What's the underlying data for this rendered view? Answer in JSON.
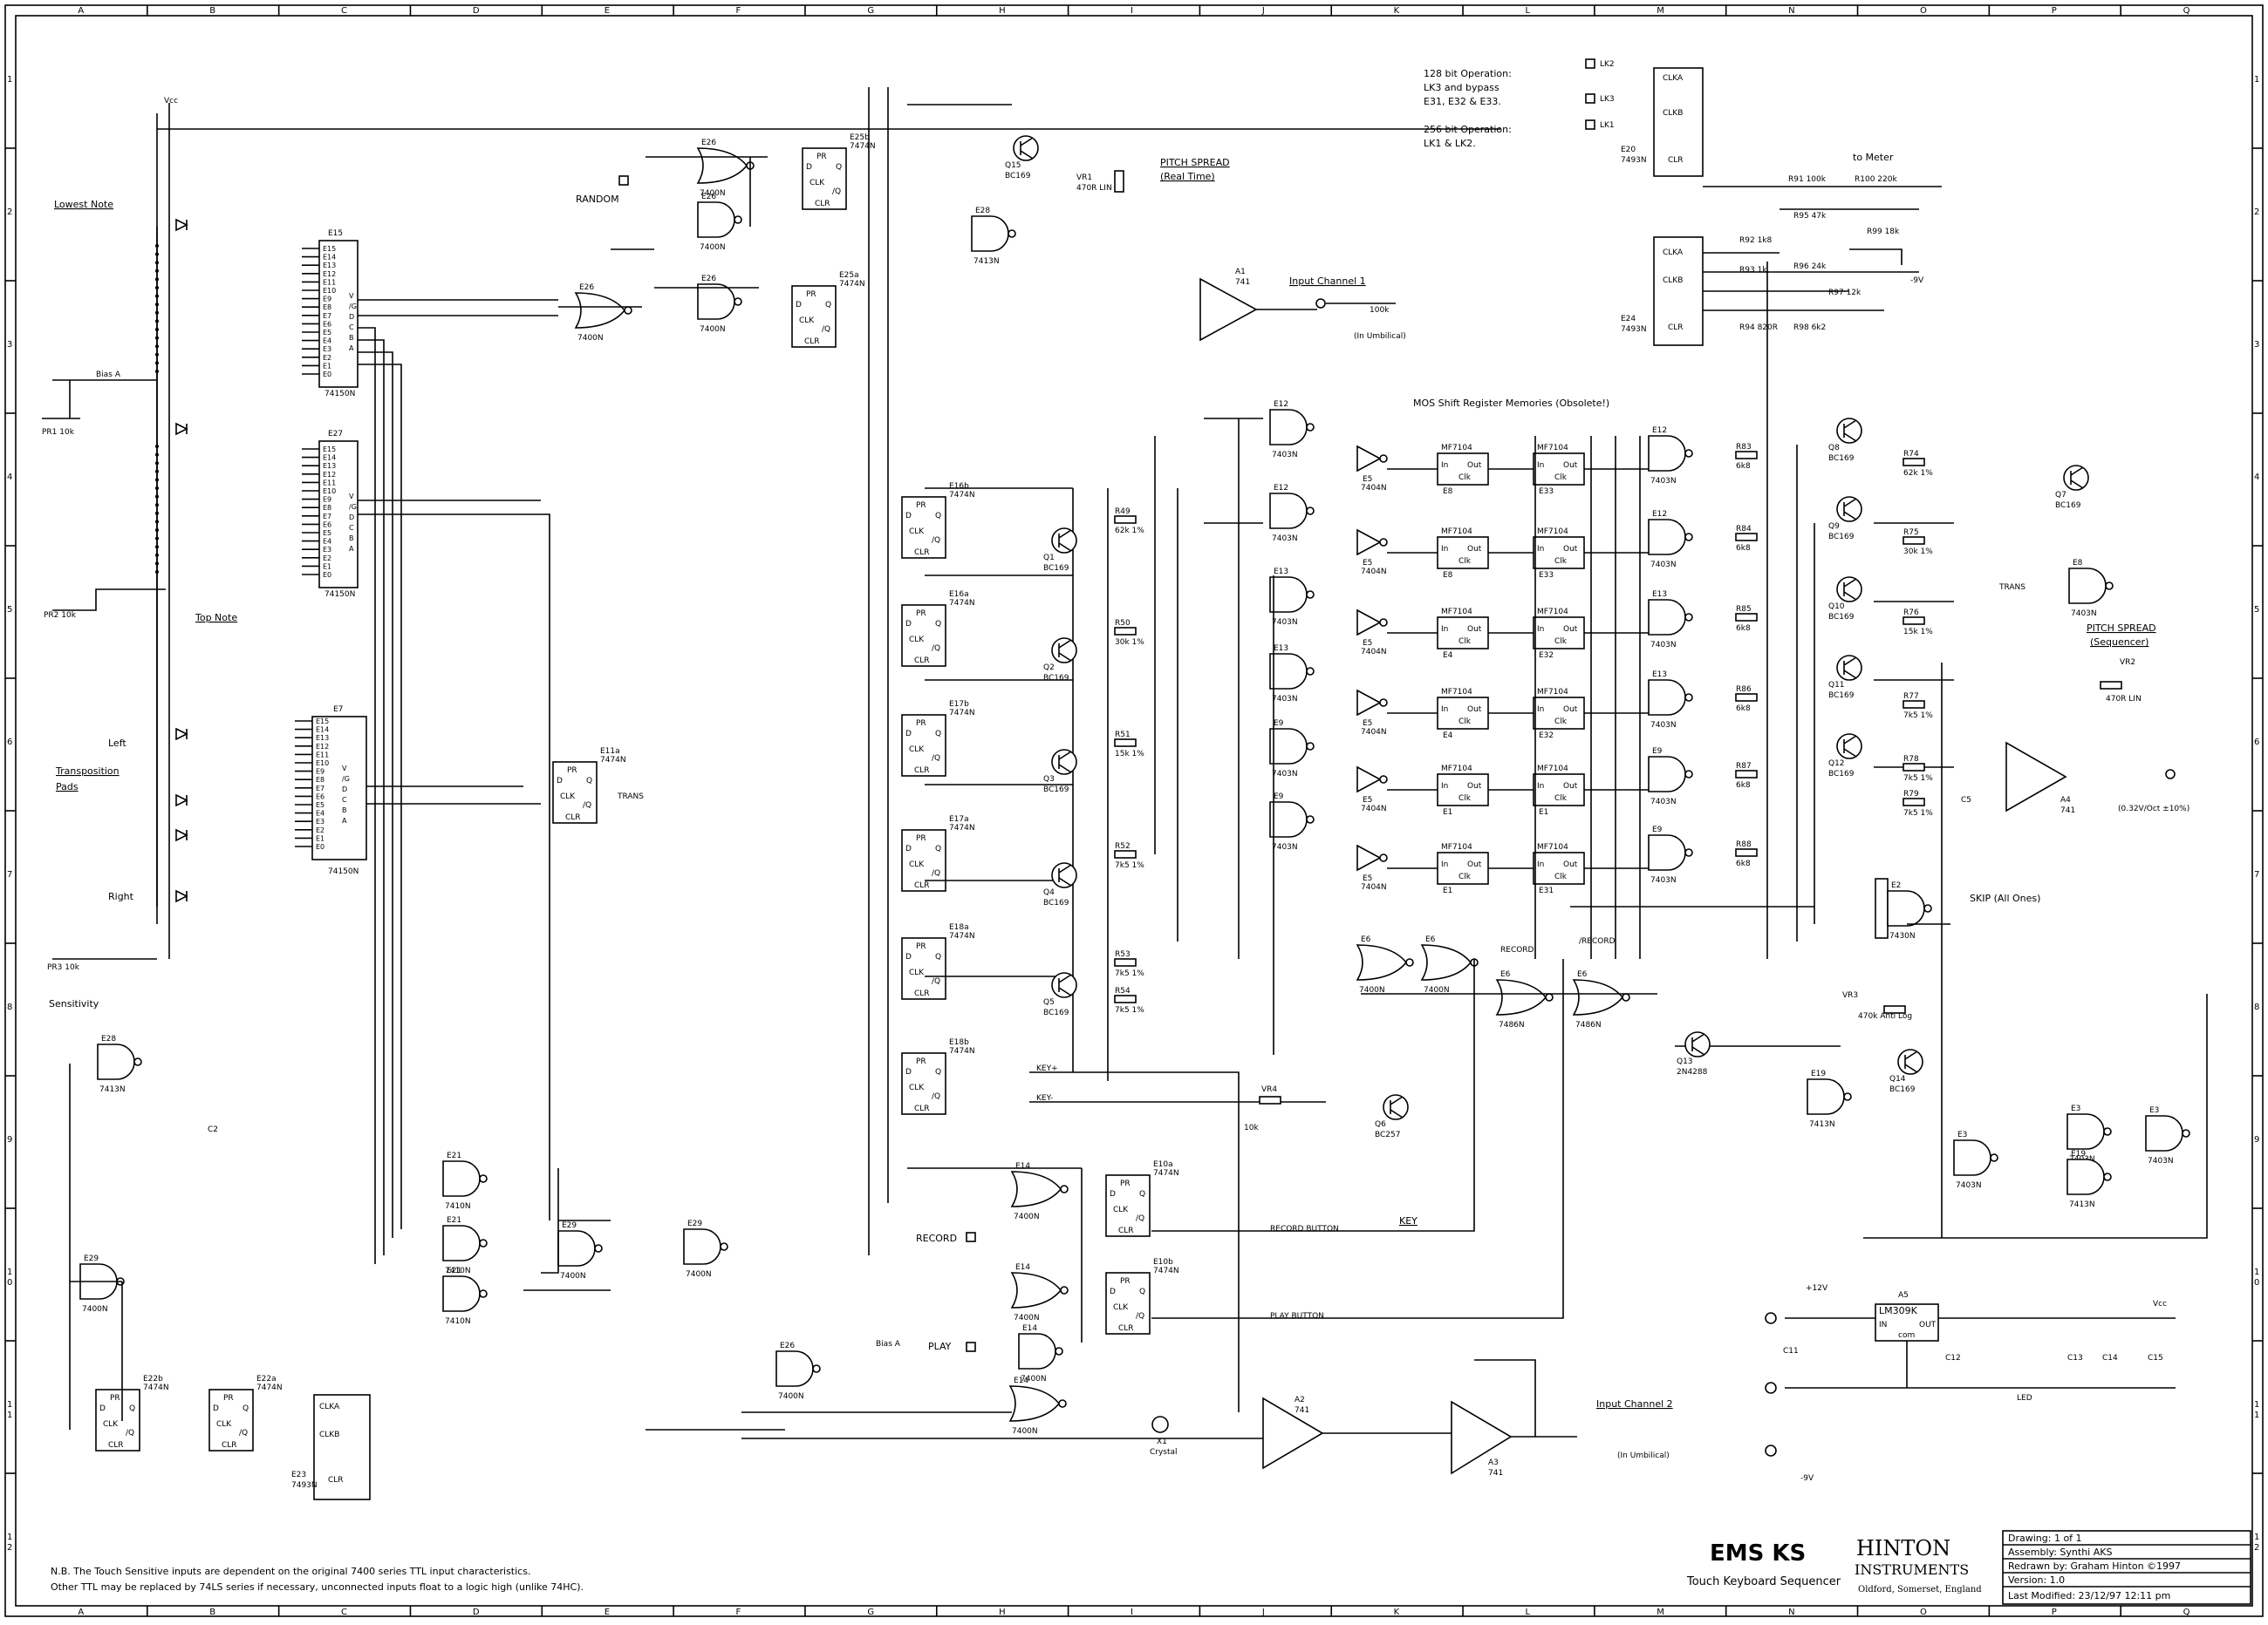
{
  "border": {
    "cols": [
      "A",
      "B",
      "C",
      "D",
      "E",
      "F",
      "G",
      "H",
      "I",
      "J",
      "K",
      "L",
      "M",
      "N",
      "O",
      "P",
      "Q"
    ],
    "rows": [
      "1",
      "2",
      "3",
      "4",
      "5",
      "6",
      "7",
      "8",
      "9",
      "1\n0",
      "1\n1",
      "1\n2"
    ]
  },
  "notes": {
    "op128_title": "128 bit Operation:",
    "op128_l1": "LK3 and bypass",
    "op128_l2": "E31, E32 & E33.",
    "op256_title": "256 bit Operation:",
    "op256_l1": "LK1 & LK2.",
    "footnote1": "N.B. The Touch Sensitive inputs are dependent on the original 7400 series TTL input characteristics.",
    "footnote2": "Other TTL may be replaced by 74LS series if necessary, unconnected inputs float to a logic high (unlike 74HC)."
  },
  "labels": {
    "lowest_note": "Lowest Note",
    "top_note": "Top Note",
    "left": "Left",
    "right": "Right",
    "transposition": "Transposition",
    "pads": "Pads",
    "sensitivity": "Sensitivity",
    "random": "RANDOM",
    "record": "RECORD",
    "play": "PLAY",
    "key": "KEY",
    "pitch_spread_rt": "PITCH SPREAD",
    "real_time": "(Real Time)",
    "input1": "Input Channel 1",
    "input2": "Input Channel 2",
    "in_umbilical": "(In Umbilical)",
    "mos_title": "MOS Shift Register Memories (Obsolete!)",
    "to_meter": "to Meter",
    "pitch_spread_seq": "PITCH SPREAD",
    "sequencer": "(Sequencer)",
    "out_cv": "(0.32V/Oct ±10%)",
    "skip": "SKIP (All Ones)",
    "record_button": "RECORD BUTTON",
    "play_button": "PLAY BUTTON",
    "key_plus": "KEY+",
    "key_minus": "KEY-",
    "rec_sig": "RECORD",
    "nrec_sig": "/RECORD",
    "trans": "TRANS",
    "bias_a": "Bias A",
    "vcc": "Vcc",
    "v12": "+12V",
    "vm9": "-9V",
    "crystal": "Crystal",
    "led": "LED"
  },
  "title_block": {
    "product": "EMS KS",
    "subtitle": "Touch Keyboard Sequencer",
    "maker1": "HINTON",
    "maker2": "INSTRUMENTS",
    "location": "Oldford, Somerset, England",
    "drawing": "Drawing: 1 of 1",
    "assembly": "Assembly: Synthi AKS",
    "redrawn": "Redrawn by: Graham Hinton ©1997",
    "version": "Version: 1.0",
    "modified": "Last Modified: 23/12/97 12:11 pm"
  },
  "parts": {
    "e15": "E15",
    "e27": "E27",
    "e7": "E7",
    "ic74150": "74150N",
    "e26": "E26",
    "g7400": "7400N",
    "e25b": "E25b",
    "e25a": "E25a",
    "g7474": "7474N",
    "e28": "E28",
    "g7413": "7413N",
    "e16b": "E16b",
    "e16a": "E16a",
    "e17b": "E17b",
    "e17a": "E17a",
    "e18a": "E18a",
    "e18b": "E18b",
    "e11a": "E11a",
    "e12": "E12",
    "e13": "E13",
    "e9": "E9",
    "g7403": "7403N",
    "e5": "E5",
    "g7404": "7404N",
    "e8": "E8",
    "e4": "E4",
    "e1": "E1",
    "e33": "E33",
    "e32": "E32",
    "e31": "E31",
    "mf7104": "MF7104",
    "e20": "E20",
    "e24": "E24",
    "ic7493": "7493N",
    "e2": "E2",
    "g7430": "7430N",
    "e6": "E6",
    "g7486": "7486N",
    "e21": "E21",
    "g7410": "7410N",
    "e29": "E29",
    "e22b": "E22b",
    "e22a": "E22a",
    "e23": "E23",
    "e14": "E14",
    "e10a": "E10a",
    "e10b": "E10b",
    "e3": "E3",
    "e19": "E19",
    "a1": "A1",
    "a2": "A2",
    "a3": "A3",
    "a4": "A4",
    "op741": "741",
    "a5": "A5",
    "lm309": "LM309K",
    "q1": "Q1",
    "q2": "Q2",
    "q3": "Q3",
    "q4": "Q4",
    "q5": "Q5",
    "q6": "Q6",
    "q7": "Q7",
    "q8": "Q8",
    "q9": "Q9",
    "q10": "Q10",
    "q11": "Q11",
    "q12": "Q12",
    "q13": "Q13",
    "q14": "Q14",
    "q15": "Q15",
    "bc169": "BC169",
    "bc257": "BC257",
    "n2n4288": "2N4288",
    "r49": "R49",
    "r50": "R50",
    "r51": "R51",
    "r52": "R52",
    "r53": "R53",
    "r54": "R54",
    "r74": "R74",
    "r75": "R75",
    "r76": "R76",
    "r77": "R77",
    "r78": "R78",
    "r79": "R79",
    "r83": "R83",
    "r84": "R84",
    "r85": "R85",
    "r86": "R86",
    "r87": "R87",
    "r88": "R88",
    "r6k8": "6k8",
    "r62k": "62k 1%",
    "r30k": "30k 1%",
    "r15k": "15k 1%",
    "r7k5": "7k5 1%",
    "vr1": "VR1",
    "vr1v": "470R LIN",
    "vr2": "VR2",
    "vr2v": "470R LIN",
    "vr3": "VR3",
    "vr3v": "470k Anti Log",
    "vr4": "VR4",
    "vr4v": "10k",
    "pr1": "PR1  10k",
    "pr2": "PR2  10k",
    "pr3": "PR3  10k",
    "lk1": "LK1",
    "lk2": "LK2",
    "lk3": "LK3",
    "r91": "R91 100k",
    "r100": "R100  220k",
    "r95": "R95 47k",
    "r99": "R99  18k",
    "r92": "R92  1k8",
    "r93": "R93  1k",
    "r96": "R96  24k",
    "r97": "R97  12k",
    "r94": "R94 820R",
    "r98": "R98 6k2",
    "c2": "C2",
    "c5": "C5",
    "c11": "C11",
    "c12": "C12",
    "c13": "C13",
    "c14": "C14",
    "c15": "C15",
    "r100k": "100k",
    "x1": "X1"
  }
}
